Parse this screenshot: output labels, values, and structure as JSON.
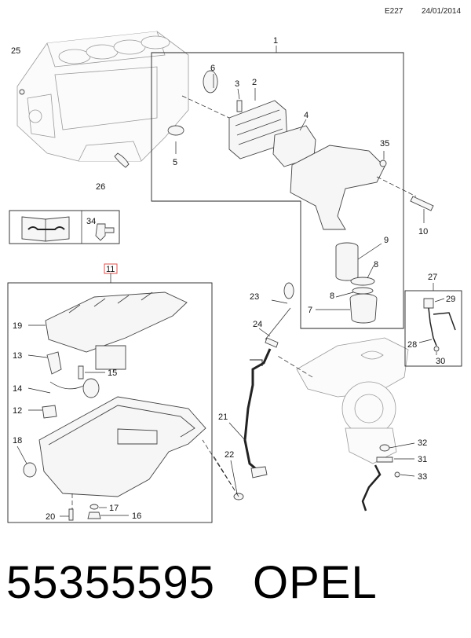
{
  "header": {
    "code": "E227",
    "date": "24/01/2014"
  },
  "callouts": {
    "c1": "1",
    "c2": "2",
    "c3": "3",
    "c4": "4",
    "c5": "5",
    "c6": "6",
    "c7": "7",
    "c8a": "8",
    "c8b": "8",
    "c9": "9",
    "c10": "10",
    "c11": "11",
    "c12": "12",
    "c13": "13",
    "c14": "14",
    "c15": "15",
    "c16": "16",
    "c17": "17",
    "c18": "18",
    "c19": "19",
    "c20": "20",
    "c21": "21",
    "c22": "22",
    "c23": "23",
    "c24": "24",
    "c25": "25",
    "c26": "26",
    "c27": "27",
    "c28": "28",
    "c29": "29",
    "c30": "30",
    "c31": "31",
    "c32": "32",
    "c33": "33",
    "c34": "34",
    "c35": "35"
  },
  "colors": {
    "highlight_box": "#d9534f",
    "line": "#222222"
  },
  "icons": {
    "manual": "open-book-wrench-icon",
    "tool": "fitting-tool-icon"
  },
  "footer": {
    "part_number": "55355595",
    "brand": "OPEL"
  }
}
